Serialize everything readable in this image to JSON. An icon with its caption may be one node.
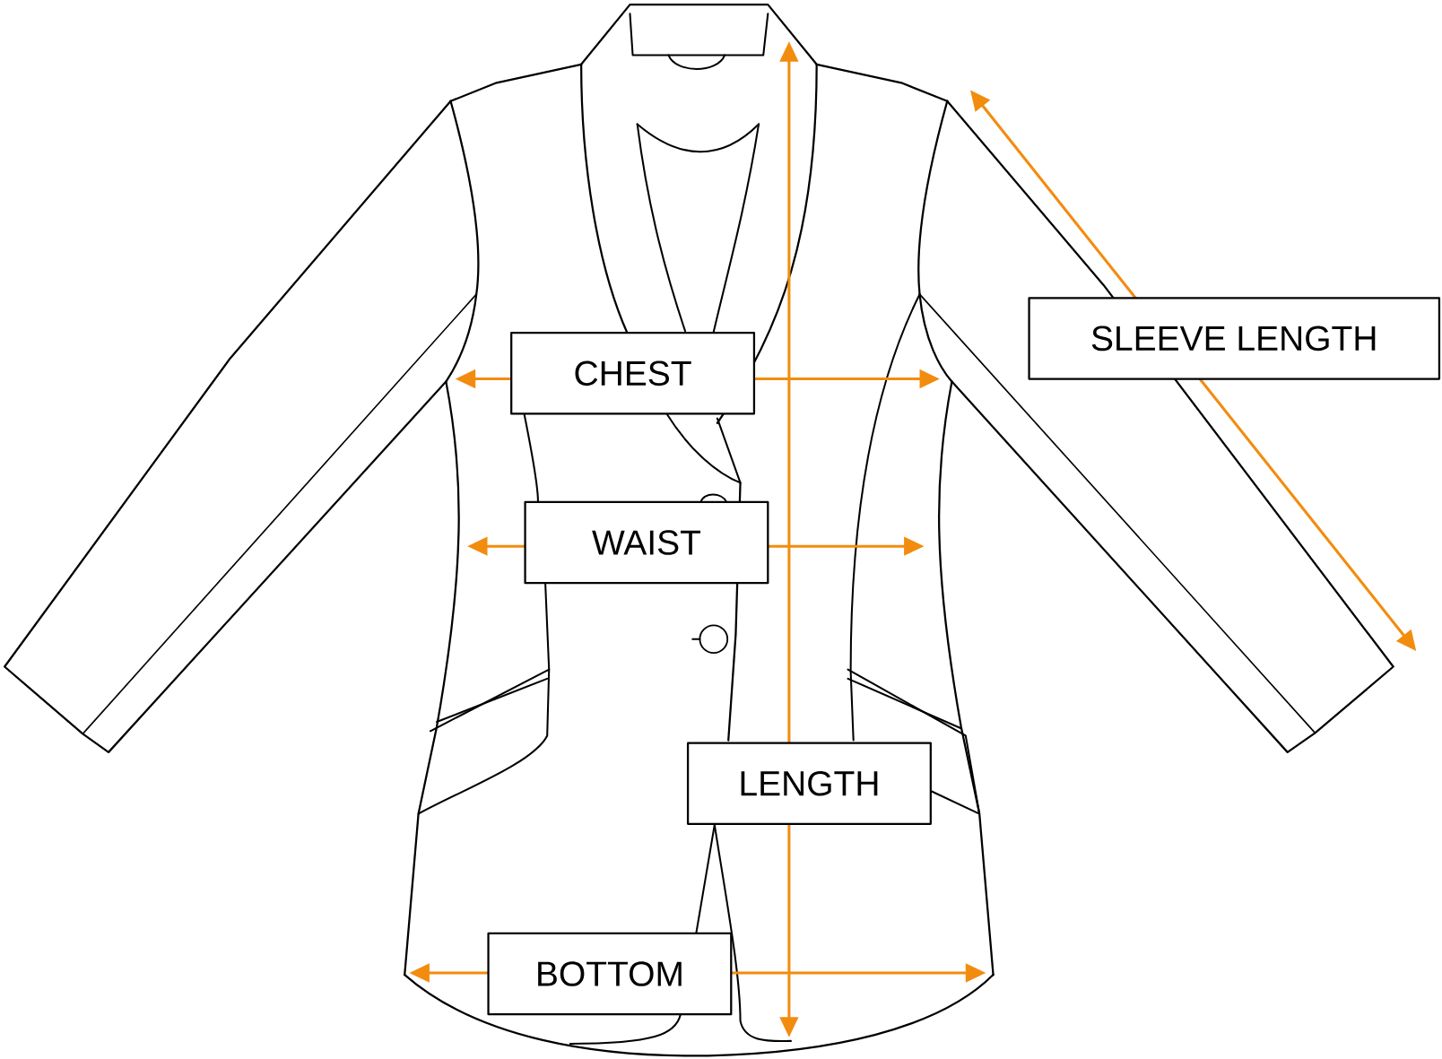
{
  "diagram": {
    "nodes": [
      {
        "text": [
          "SLEEVE LENGTH"
        ]
      },
      {
        "text": [
          "CHEST"
        ]
      },
      {
        "text": [
          "WAIST"
        ]
      },
      {
        "text": [
          "LENGTH"
        ]
      },
      {
        "text": [
          "BOTTOM"
        ]
      }
    ]
  }
}
